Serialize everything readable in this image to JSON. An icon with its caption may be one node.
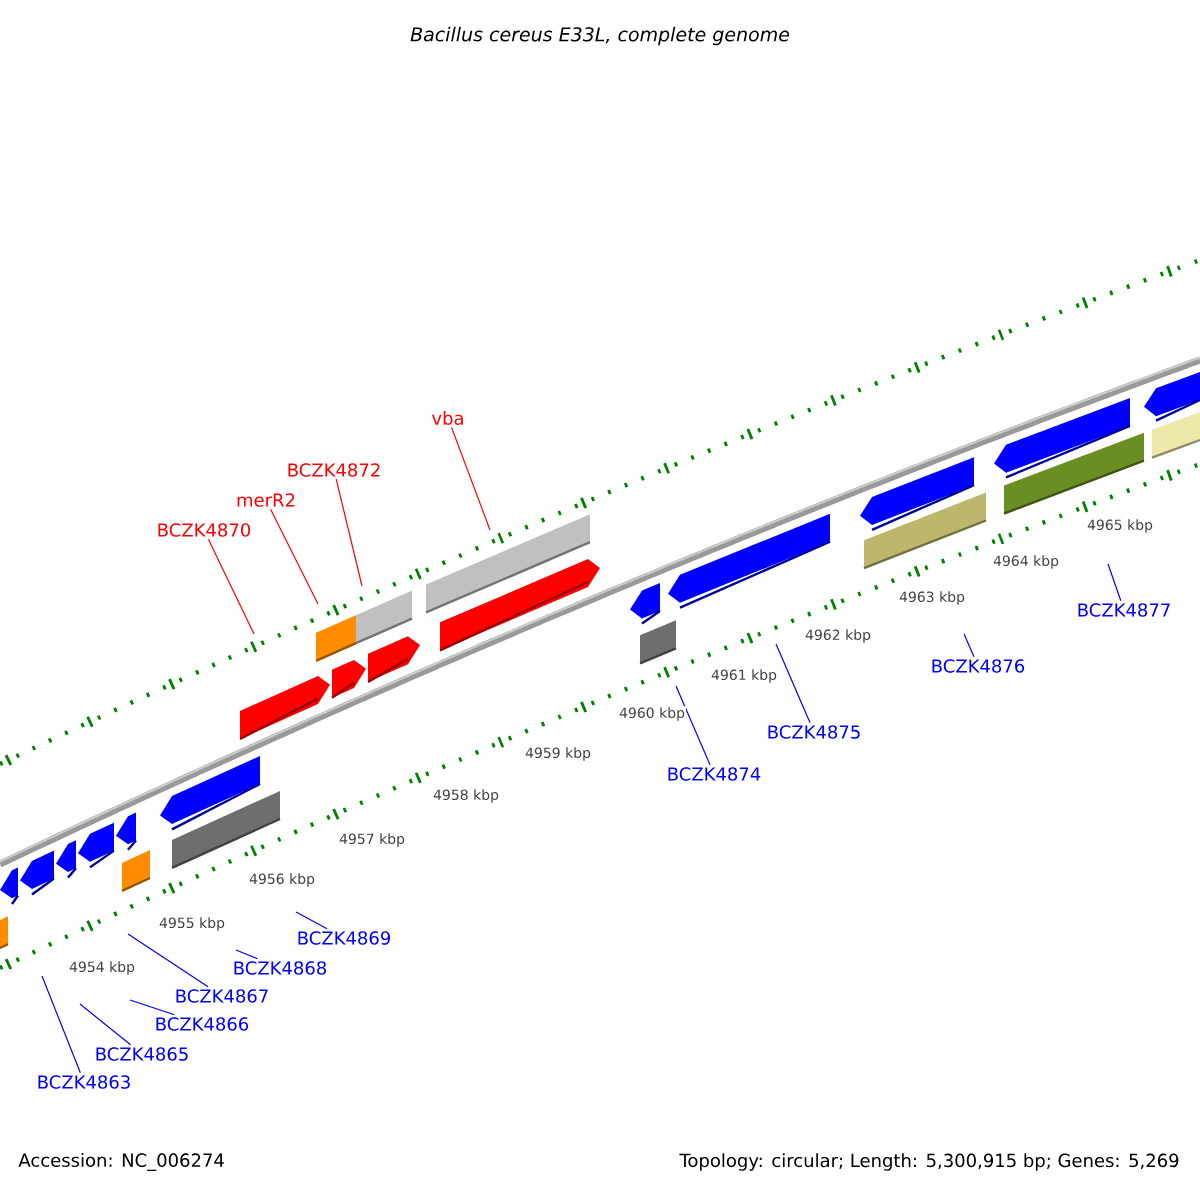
{
  "diagram": {
    "title": "Bacillus cereus E33L, complete genome",
    "nodes": [
      {
        "text": [
          "BCZK4863"
        ]
      },
      {
        "text": [
          "BCZK4865"
        ]
      },
      {
        "text": [
          "BCZK4866"
        ]
      },
      {
        "text": [
          "BCZK4867"
        ]
      },
      {
        "text": [
          "BCZK4868"
        ]
      },
      {
        "text": [
          "BCZK4869"
        ]
      },
      {
        "text": [
          "BCZK4870"
        ]
      },
      {
        "text": [
          "merR2"
        ]
      },
      {
        "text": [
          "BCZK4872"
        ]
      },
      {
        "text": [
          "vba"
        ]
      },
      {
        "text": [
          "BCZK4874"
        ]
      },
      {
        "text": [
          "BCZK4875"
        ]
      },
      {
        "text": [
          "BCZK4876"
        ]
      },
      {
        "text": [
          "BCZK4877"
        ]
      }
    ],
    "edges": [
      {
        "from": 0,
        "to": null,
        "arrow": "none"
      },
      {
        "from": 1,
        "to": null,
        "arrow": "none"
      },
      {
        "from": 2,
        "to": null,
        "arrow": "none"
      },
      {
        "from": 3,
        "to": null,
        "arrow": "none"
      },
      {
        "from": 4,
        "to": null,
        "arrow": "none"
      },
      {
        "from": 5,
        "to": null,
        "arrow": "none"
      },
      {
        "from": 6,
        "to": null,
        "arrow": "none",
        "color": "#ff0000"
      },
      {
        "from": 7,
        "to": null,
        "arrow": "none",
        "color": "#ff0000"
      },
      {
        "from": 8,
        "to": null,
        "arrow": "none",
        "color": "#ff0000"
      },
      {
        "from": 9,
        "to": null,
        "arrow": "none",
        "color": "#ff0000"
      },
      {
        "from": 10,
        "to": null,
        "arrow": "none"
      },
      {
        "from": 11,
        "to": null,
        "arrow": "none"
      },
      {
        "from": 12,
        "to": null,
        "arrow": "none"
      },
      {
        "from": 13,
        "to": null,
        "arrow": "none"
      }
    ],
    "labels": [
      "4954 kbp",
      "4955 kbp",
      "4956 kbp",
      "4957 kbp",
      "4958 kbp",
      "4959 kbp",
      "4960 kbp",
      "4961 kbp",
      "4962 kbp",
      "4963 kbp",
      "4964 kbp",
      "4965 kbp",
      "Accession: NC_006274",
      "Topology: circular; Length: 5,300,915 bp; Genes: 5,269"
    ]
  }
}
